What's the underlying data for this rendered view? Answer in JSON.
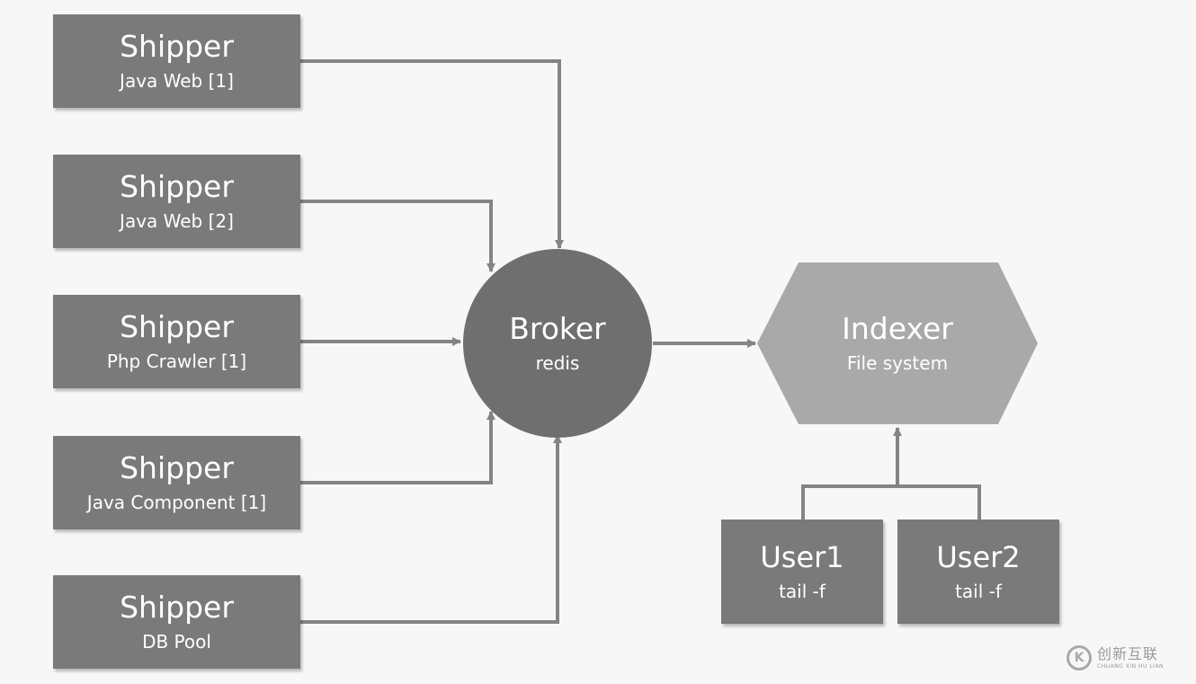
{
  "shippers": [
    {
      "title": "Shipper",
      "subtitle": "Java Web [1]"
    },
    {
      "title": "Shipper",
      "subtitle": "Java Web [2]"
    },
    {
      "title": "Shipper",
      "subtitle": "Php Crawler [1]"
    },
    {
      "title": "Shipper",
      "subtitle": "Java Component [1]"
    },
    {
      "title": "Shipper",
      "subtitle": "DB Pool"
    }
  ],
  "broker": {
    "title": "Broker",
    "subtitle": "redis"
  },
  "indexer": {
    "title": "Indexer",
    "subtitle": "File system"
  },
  "users": [
    {
      "title": "User1",
      "subtitle": "tail -f"
    },
    {
      "title": "User2",
      "subtitle": "tail -f"
    }
  ],
  "watermark": {
    "main": "创新互联",
    "small": "CHUANG XIN HU LIAN"
  },
  "colors": {
    "box": "#7a7a7a",
    "broker": "#6f6f6f",
    "indexer": "#a9a9a9",
    "arrow": "#848484",
    "background": "#f7f7f7",
    "text": "#ffffff"
  }
}
